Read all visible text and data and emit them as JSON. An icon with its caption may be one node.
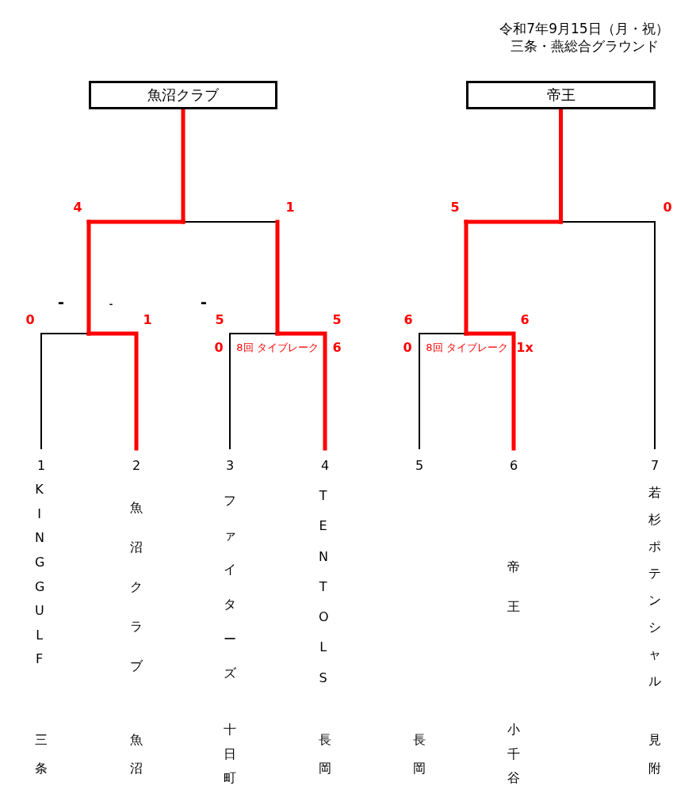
{
  "diagram": {
    "nodes": [
      {
        "text": [
          "魚沼クラブ"
        ]
      },
      {
        "text": [
          "帝王"
        ]
      },
      {
        "text": [
          "1",
          "KING GULF",
          "三条"
        ]
      },
      {
        "text": [
          "2",
          "魚沼クラブ",
          "魚沼"
        ]
      },
      {
        "text": [
          "3",
          "ファイターズ",
          "十日町"
        ]
      },
      {
        "text": [
          "4",
          "TENTOLS",
          "長岡"
        ]
      },
      {
        "text": [
          "5",
          "長岡"
        ]
      },
      {
        "text": [
          "6",
          "帝王",
          "小千谷"
        ]
      },
      {
        "text": [
          "7",
          "若杉ポテンシャル",
          "見附"
        ]
      }
    ],
    "edges": [
      {
        "from": 2,
        "to": 0,
        "arrow": "none"
      },
      {
        "from": 3,
        "to": 0,
        "arrow": "none",
        "style": "thick",
        "color": "#ff0000"
      },
      {
        "from": 4,
        "to": 0,
        "arrow": "none"
      },
      {
        "from": 5,
        "to": 0,
        "arrow": "none",
        "style": "thick",
        "color": "#ff0000"
      },
      {
        "from": 6,
        "to": 1,
        "arrow": "none"
      },
      {
        "from": 7,
        "to": 1,
        "arrow": "none",
        "style": "thick",
        "color": "#ff0000"
      },
      {
        "from": 8,
        "to": 1,
        "arrow": "none"
      }
    ],
    "labels": [
      "令和7年9月15日（月・祝）",
      "三条・燕総合グラウンド",
      "4",
      "1",
      "5",
      "0",
      "-",
      "-",
      "-",
      "0",
      "1",
      "5",
      "5",
      "6",
      "6",
      "0",
      "8回 タイブレーク",
      "6",
      "0",
      "8回 タイブレーク",
      "1x"
    ]
  }
}
